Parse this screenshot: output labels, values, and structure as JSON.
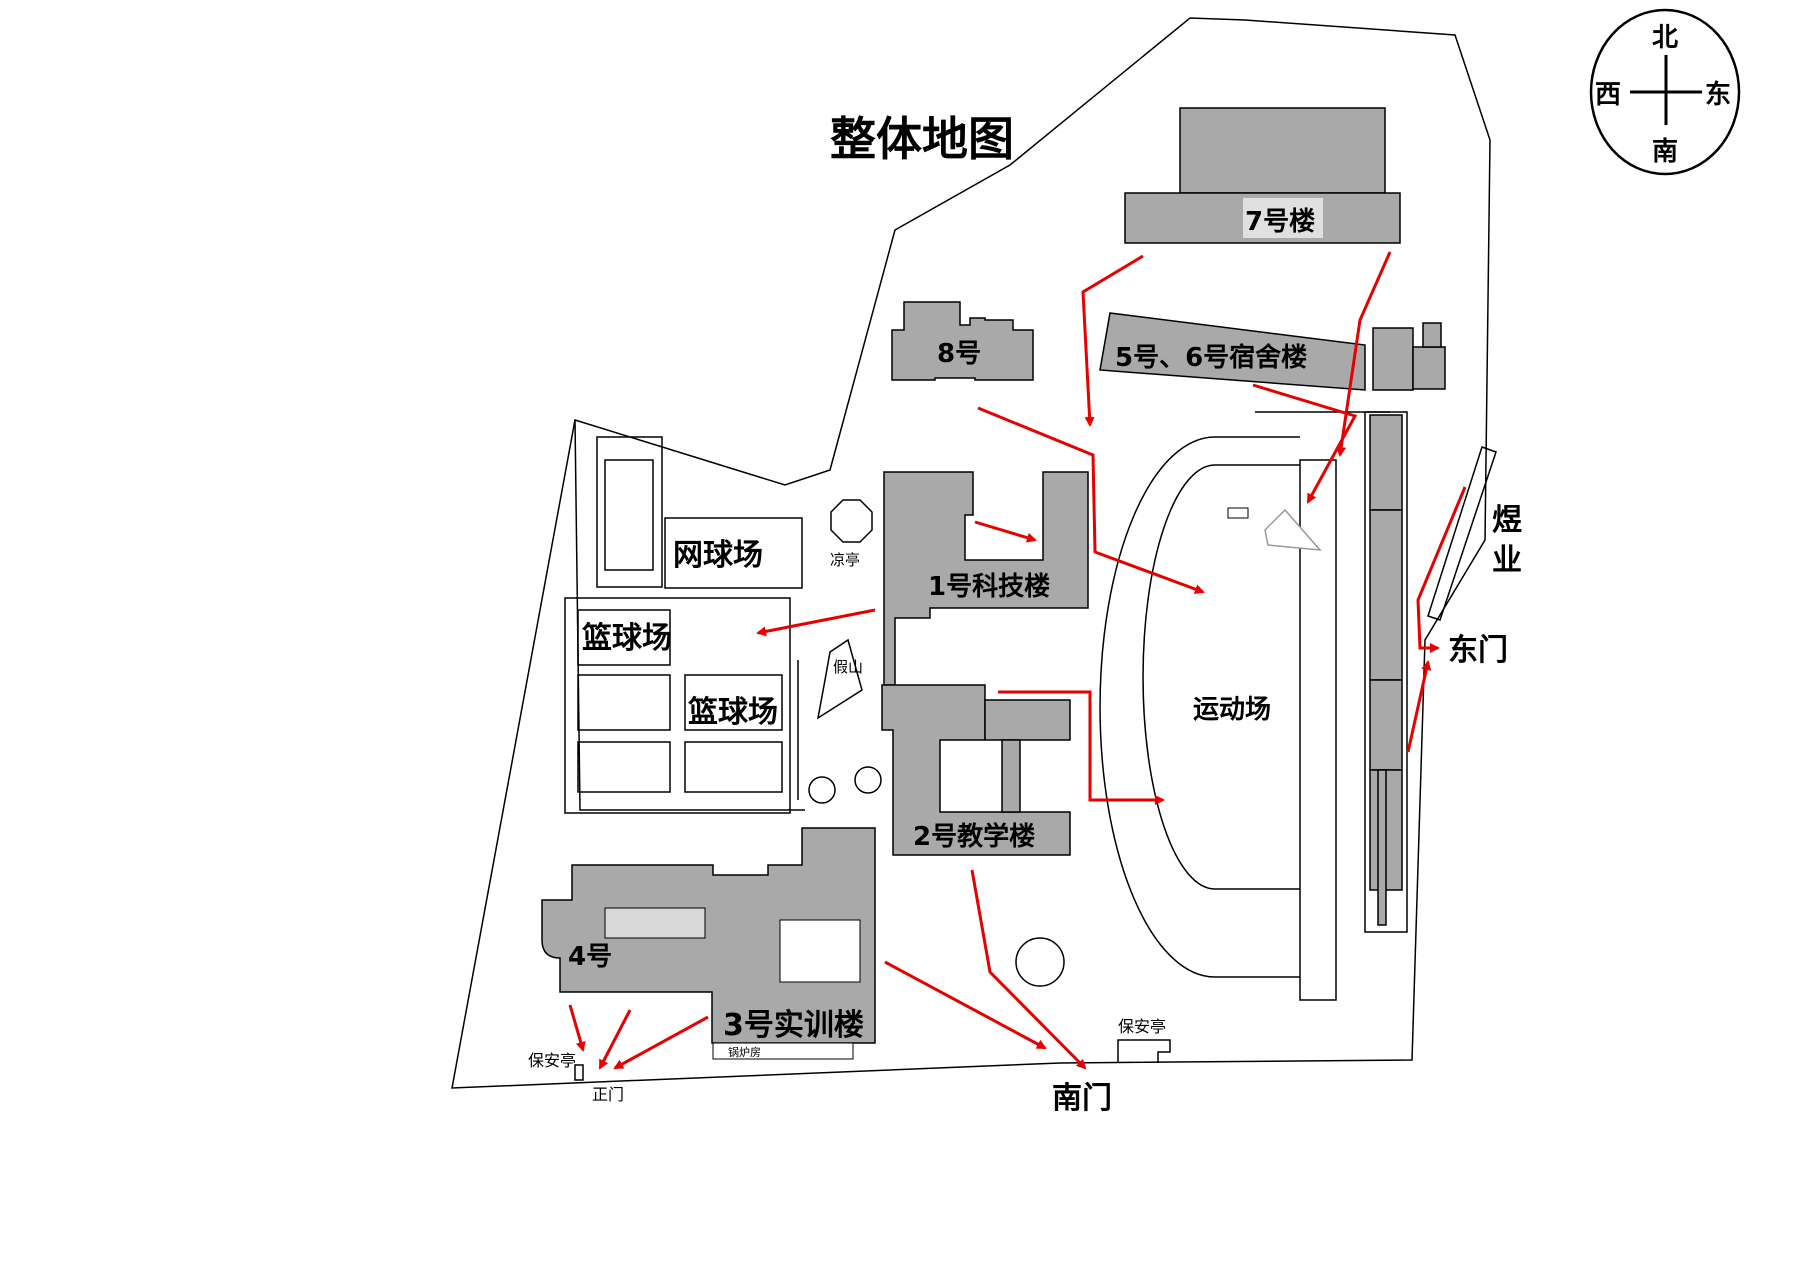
{
  "title": "整体地图",
  "compass": {
    "north": "北",
    "south": "南",
    "west": "西",
    "east": "东"
  },
  "buildings": {
    "b7": "7号楼",
    "b8": "8号",
    "b56": "5号、6号宿舍楼",
    "b1": "1号科技楼",
    "b2": "2号教学楼",
    "b3": "3号实训楼",
    "b4": "4号"
  },
  "facilities": {
    "tennis": "网球场",
    "basketball1": "篮球场",
    "basketball2": "篮球场",
    "pavilion": "凉亭",
    "rockery": "假山",
    "sports_field": "运动场",
    "boiler_room": "锅炉房",
    "guard_west": "保安亭",
    "guard_south": "保安亭",
    "neighbor": "煜业"
  },
  "gates": {
    "main": "正门",
    "south": "南门",
    "east": "东门"
  },
  "colors": {
    "building": "#a9a9a9",
    "route": "#e60000",
    "outline": "#000000"
  }
}
